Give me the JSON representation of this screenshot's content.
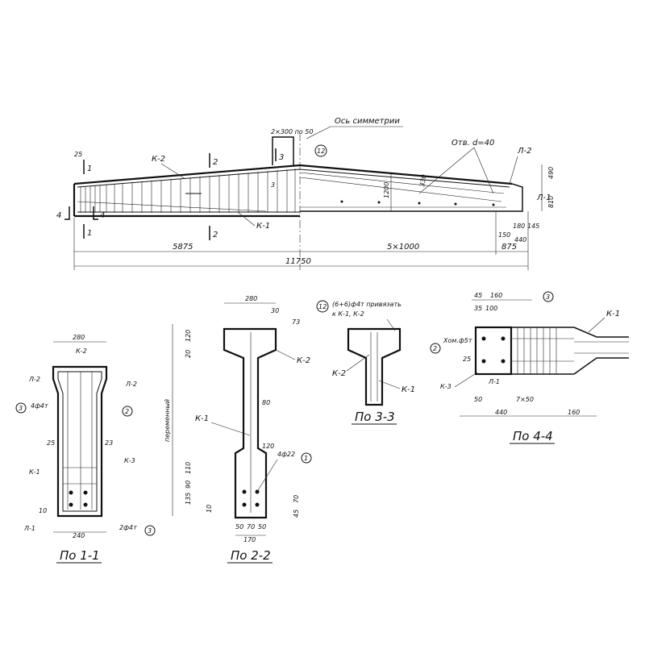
{
  "elevation": {
    "symmetry_axis_label": "Ось симметрии",
    "hole_label": "Отв. d=40",
    "top_dim_label": "2×300 по 50",
    "cage_k2": "К-2",
    "cage_k1": "К-1",
    "plate_l2": "Л-2",
    "plate_l1": "Л-1",
    "rebar_12": "12",
    "section_1": "1",
    "section_2": "2",
    "section_3": "3",
    "section_4": "4",
    "dim_25": "25",
    "dim_5875": "5875",
    "dim_5x1000": "5×1000",
    "dim_875": "875",
    "dim_11750": "11750",
    "dim_1200": "1200",
    "dim_490": "490",
    "dim_810": "810",
    "dim_330": "330",
    "dim_180": "180",
    "dim_145": "145",
    "dim_440": "440",
    "dim_150": "150"
  },
  "section_1_1": {
    "title": "По 1-1",
    "dim_280": "280",
    "dim_240": "240",
    "dim_25": "25",
    "dim_23": "23",
    "dim_10": "10",
    "cage_k2": "К-2",
    "cage_k1": "К-1",
    "cage_k3": "К-3",
    "plate_l2_left": "Л-2",
    "plate_l2_right": "Л-2",
    "plate_l1": "Л-1",
    "callout_3_top": "3",
    "callout_2": "2",
    "callout_3_bottom": "3",
    "bar_4f4": "4ф4т",
    "bar_2f4": "2ф4т"
  },
  "section_2_2": {
    "title": "По 2-2",
    "dim_280": "280",
    "dim_30": "30",
    "dim_120": "120",
    "dim_20": "20",
    "dim_80": "80",
    "dim_110": "110",
    "dim_90": "90",
    "dim_135": "135",
    "dim_70": "70",
    "dim_45": "45",
    "dim_10": "10",
    "dim_50_l": "50",
    "dim_70_m": "70",
    "dim_50_r": "50",
    "dim_170": "170",
    "dim_120b": "120",
    "dim_73": "73",
    "variable": "переменный",
    "cage_k2": "К-2",
    "cage_k1": "К-1",
    "bar_4f22": "4ф22",
    "callout_1": "1"
  },
  "section_3_3": {
    "title": "По 3-3",
    "note_line1": "(6+6)ф4т привязать",
    "note_line2": "к К-1, К-2",
    "callout_12": "12",
    "cage_k2": "К-2",
    "cage_k1": "К-1"
  },
  "section_4_4": {
    "title": "По 4-4",
    "dim_45": "45",
    "dim_160a": "160",
    "dim_35": "35",
    "dim_100": "100",
    "dim_25": "25",
    "dim_50": "50",
    "dim_7x50": "7×50",
    "dim_440": "440",
    "dim_160b": "160",
    "clamp": "Хом.ф5т",
    "callout_2": "2",
    "callout_3": "3",
    "cage_k1": "К-1",
    "cage_k3": "К-3",
    "plate_l1": "Л-1"
  }
}
